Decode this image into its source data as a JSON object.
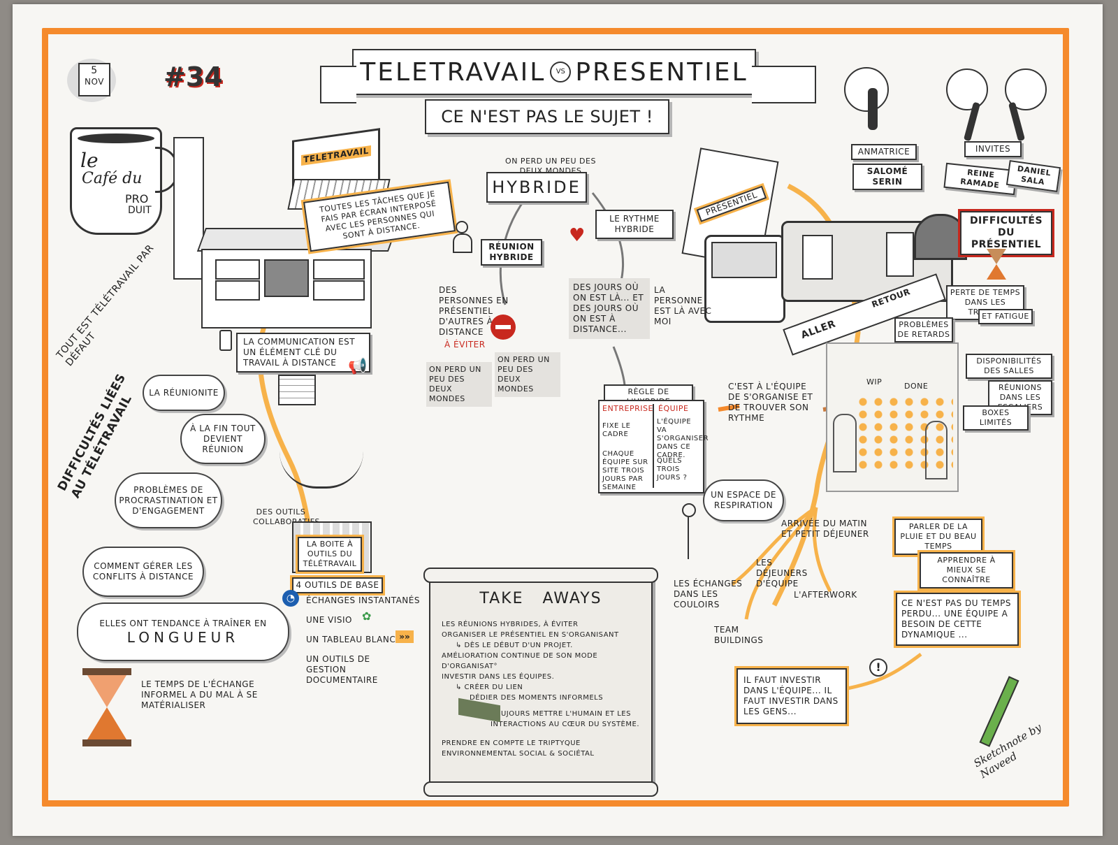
{
  "header": {
    "title_left": "TELETRAVAIL",
    "title_vs": "VS",
    "title_right": "PRESENTIEL",
    "subtitle": "CE N'EST PAS LE SUJET !",
    "calendar_day": "5",
    "calendar_month": "NOV",
    "episode": "#34"
  },
  "mug": {
    "line1": "le",
    "line2": "Café du",
    "line3": "PRO",
    "line4": "DUIT"
  },
  "hosts": {
    "animatrice_label": "ANMATRICE",
    "animatrice_name": "SALOMÉ SERIN",
    "invites_label": "INVITES",
    "invite1": "REINE RAMADE",
    "invite2": "DANIEL SALA"
  },
  "left": {
    "laptop_label": "TELETRAVAIL",
    "laptop_note": "TOUTES LES TÂCHES QUE JE FAIS PAR ÉCRAN INTERPOSÉ AVEC LES PERSONNES QUI SONT À DISTANCE.",
    "diag1": "TOUT EST TÉLÉTRAVAIL PAR DÉFAUT",
    "diag2": "DIFFICULTÉS LIÉES AU TÉLÉTRAVAIL",
    "communication": "LA COMMUNICATION EST UN ÉLÉMENT CLÉ DU TRAVAIL À DISTANCE",
    "cloud_reunionite": "LA RÉUNIONITE",
    "cloud_reunion": "À LA FIN TOUT DEVIENT RÉUNION",
    "cloud_procrastination": "PROBLÈMES DE PROCRASTINATION ET D'ENGAGEMENT",
    "cloud_conflits": "COMMENT GÉRER LES CONFLITS À DISTANCE",
    "cloud_longueur_a": "ELLES ONT TENDANCE À TRAÎNER EN",
    "cloud_longueur_b": "LONGUEUR",
    "hourglass_note": "LE TEMPS DE L'ÉCHANGE INFORMEL A DU MAL À SE MATÉRIALISER",
    "outils_collab": "DES OUTILS COLLABORATIFS",
    "toolbox": "LA BOITE À OUTILS DU TÉLÉTRAVAIL",
    "tools_title": "4 OUTILS DE BASE",
    "tools": [
      "ÉCHANGES INSTANTANÉS",
      "UNE VISIO",
      "UN TABLEAU BLANC",
      "UN OUTILS DE GESTION DOCUMENTAIRE"
    ]
  },
  "middle": {
    "perd_peu": "ON PERD UN PEU DES DEUX MONDES",
    "hybride": "HYBRIDE",
    "reunion_hybride": "RÉUNION HYBRIDE",
    "rythme": "LE RYTHME HYBRIDE",
    "personnes": "DES PERSONNES EN PRÉSENTIEL D'AUTRES À DISTANCE",
    "eviter": "À ÉVITER",
    "perd_left": "ON PERD UN PEU DES DEUX MONDES",
    "perd_right": "ON PERD UN PEU DES DEUX MONDES",
    "jours": "DES JOURS OÙ ON EST LÀ... ET DES JOURS OÙ ON EST À DISTANCE...",
    "regle_title": "RÈGLE DE L'HYBRIDE",
    "regle_col1": "ENTREPRISE",
    "regle_col2": "ÉQUIPE",
    "regle_r1c1": "FIXE LE CADRE",
    "regle_r1c2": "L'ÉQUIPE VA S'ORGANISER DANS CE CADRE.",
    "regle_r2c1": "CHAQUE ÉQUIPE SUR SITE TROIS JOURS PAR SEMAINE",
    "regle_r2c2": "QUELS TROIS JOURS ?",
    "equipe_rythme": "C'EST À L'ÉQUIPE DE S'ORGANISE ET DE TROUVER SON RYTHME"
  },
  "takeaways": {
    "title": "TAKE   AWAYS",
    "items": [
      "LES RÉUNIONS HYBRIDES, À ÉVITER",
      "ORGANISER LE PRÉSENTIEL EN S'ORGANISANT",
      "↳ DÈS LE DÉBUT D'UN PROJET.",
      "AMÉLIORATION CONTINUE DE SON MODE D'ORGANISAT°",
      "INVESTIR DANS LES ÉQUIPES.",
      "↳ CRÉER DU LIEN",
      "DÉDIER DES MOMENTS INFORMELS",
      "TOUJOURS METTRE L'HUMAIN ET LES INTERACTIONS AU CŒUR DU SYSTÈME.",
      "PRENDRE EN COMPTE LE TRIPTYQUE ENVIRONNEMENTAL SOCIAL & SOCIÉTAL"
    ]
  },
  "right": {
    "presentiel": "PRÉSENTIEL",
    "personne": "LA PERSONNE EST LÀ AVEC MOI",
    "aller": "ALLER",
    "retour": "RETOUR",
    "difficultes": "DIFFICULTÉS DU PRÉSENTIEL",
    "perte": "PERTE DE TEMPS DANS LES TRAJETS",
    "fatigue": "ET FATIGUE",
    "retards": "PROBLÈMES DE RETARDS",
    "salles": "DISPONIBILITÉS DES SALLES",
    "escaliers": "RÉUNIONS DANS LES ESCALIERS",
    "boxes": "BOXES LIMITÉS",
    "wip": "WIP",
    "done": "DONE",
    "respiration": "UN ESPACE DE RESPIRATION",
    "arrivee": "ARRIVÉE DU MATIN ET PETIT DÉJEUNER",
    "dejeuners": "LES DÉJEUNERS D'ÉQUIPE",
    "echanges": "LES ÉCHANGES DANS LES COULOIRS",
    "afterwork": "L'AFTERWORK",
    "team": "TEAM BUILDINGS",
    "pluie": "PARLER DE LA PLUIE ET DU BEAU TEMPS",
    "mieux": "APPRENDRE À MIEUX SE CONNAÎTRE",
    "perdu": "CE N'EST PAS DU TEMPS PERDU... UNE ÉQUIPE A BESOIN DE CETTE DYNAMIQUE ...",
    "investir": "IL FAUT INVESTIR DANS L'ÉQUIPE... IL FAUT INVESTIR DANS LES GENS...",
    "signature": "Sketchnote by Naveed"
  },
  "colors": {
    "accent": "#f58a2c",
    "highlight": "#f7b24a",
    "red": "#c8281e"
  }
}
